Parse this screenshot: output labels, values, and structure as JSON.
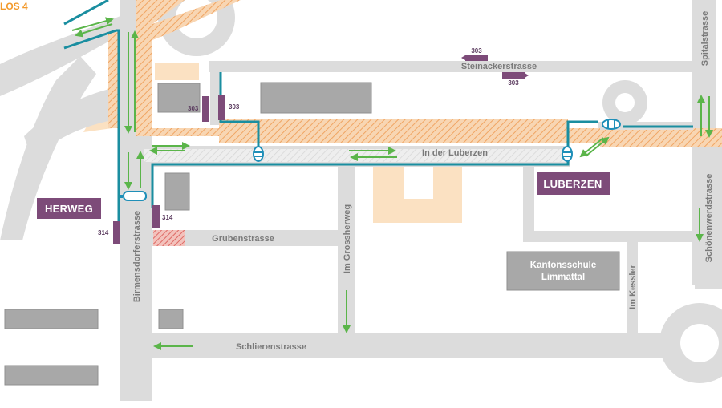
{
  "project_label": "LOS 4",
  "stop_areas": [
    "HERWEG",
    "LUBERZEN"
  ],
  "school": [
    "Kantonsschule",
    "Limmattal"
  ],
  "streets": {
    "steinacker": "Steinackerstrasse",
    "spital": "Spitalstrasse",
    "luberzen": "In der Luberzen",
    "gruben": "Grubenstrasse",
    "birmensdorfer": "Birmensdorferstrasse",
    "grossherweg": "Im Grossherweg",
    "kessler": "Im Kessler",
    "schlieren": "Schlierenstrasse",
    "schoenenwerd": "Schönenwerdstrasse"
  },
  "bus_stops": [
    "303",
    "303",
    "303",
    "303",
    "314",
    "314"
  ],
  "colors": {
    "road": "#dcdcdc",
    "road_edge": "#c9c9c9",
    "building": "#a8a8a8",
    "construction_zone": "#f6c79a",
    "construction_hatch": "#f0a563",
    "bus_route": "#1a8ea0",
    "traffic_arrow": "#5bb54a",
    "stop_purple": "#7d4b79",
    "crossing_blue": "#1f8fb8",
    "project_orange": "#f39a2c"
  }
}
